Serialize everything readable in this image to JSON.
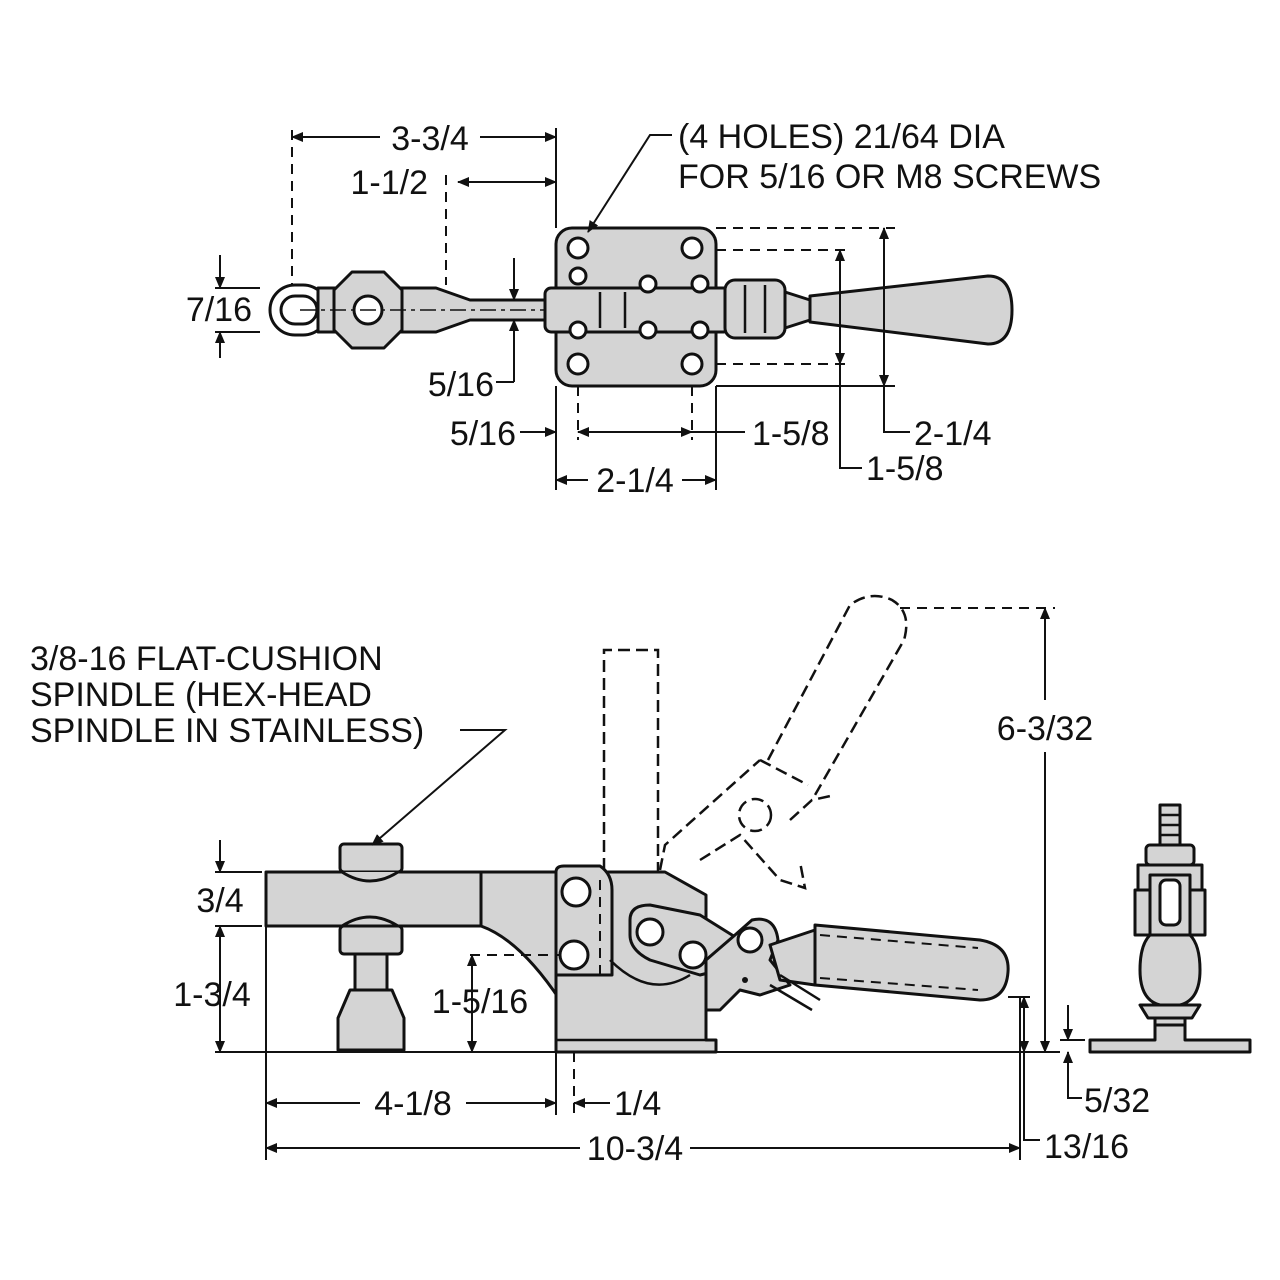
{
  "top_view": {
    "note_holes_line1": "(4 HOLES) 21/64 DIA",
    "note_holes_line2": "FOR 5/16 OR M8 SCREWS",
    "dim_overall_to_base": "3-3/4",
    "dim_to_pivot": "1-1/2",
    "dim_spindle_width": "7/16",
    "dim_bar_width": "5/16",
    "dim_hole_edge": "5/16",
    "dim_hole_spacing_x": "1-5/8",
    "dim_base_length": "2-1/4",
    "dim_hole_spacing_y": "1-5/8",
    "dim_base_width": "2-1/4"
  },
  "side_view": {
    "note_spindle_line1": "3/8-16 FLAT-CUSHION",
    "note_spindle_line2": "SPINDLE (HEX-HEAD",
    "note_spindle_line3": "SPINDLE IN STAINLESS)",
    "dim_bar_thickness": "3/4",
    "dim_bar_height": "1-3/4",
    "dim_pivot_height": "1-5/16",
    "dim_reach": "4-1/8",
    "dim_offset": "1/4",
    "dim_overall_length": "10-3/4",
    "dim_handle_height": "13/16",
    "dim_open_height": "6-3/32",
    "dim_base_thickness": "5/32"
  }
}
